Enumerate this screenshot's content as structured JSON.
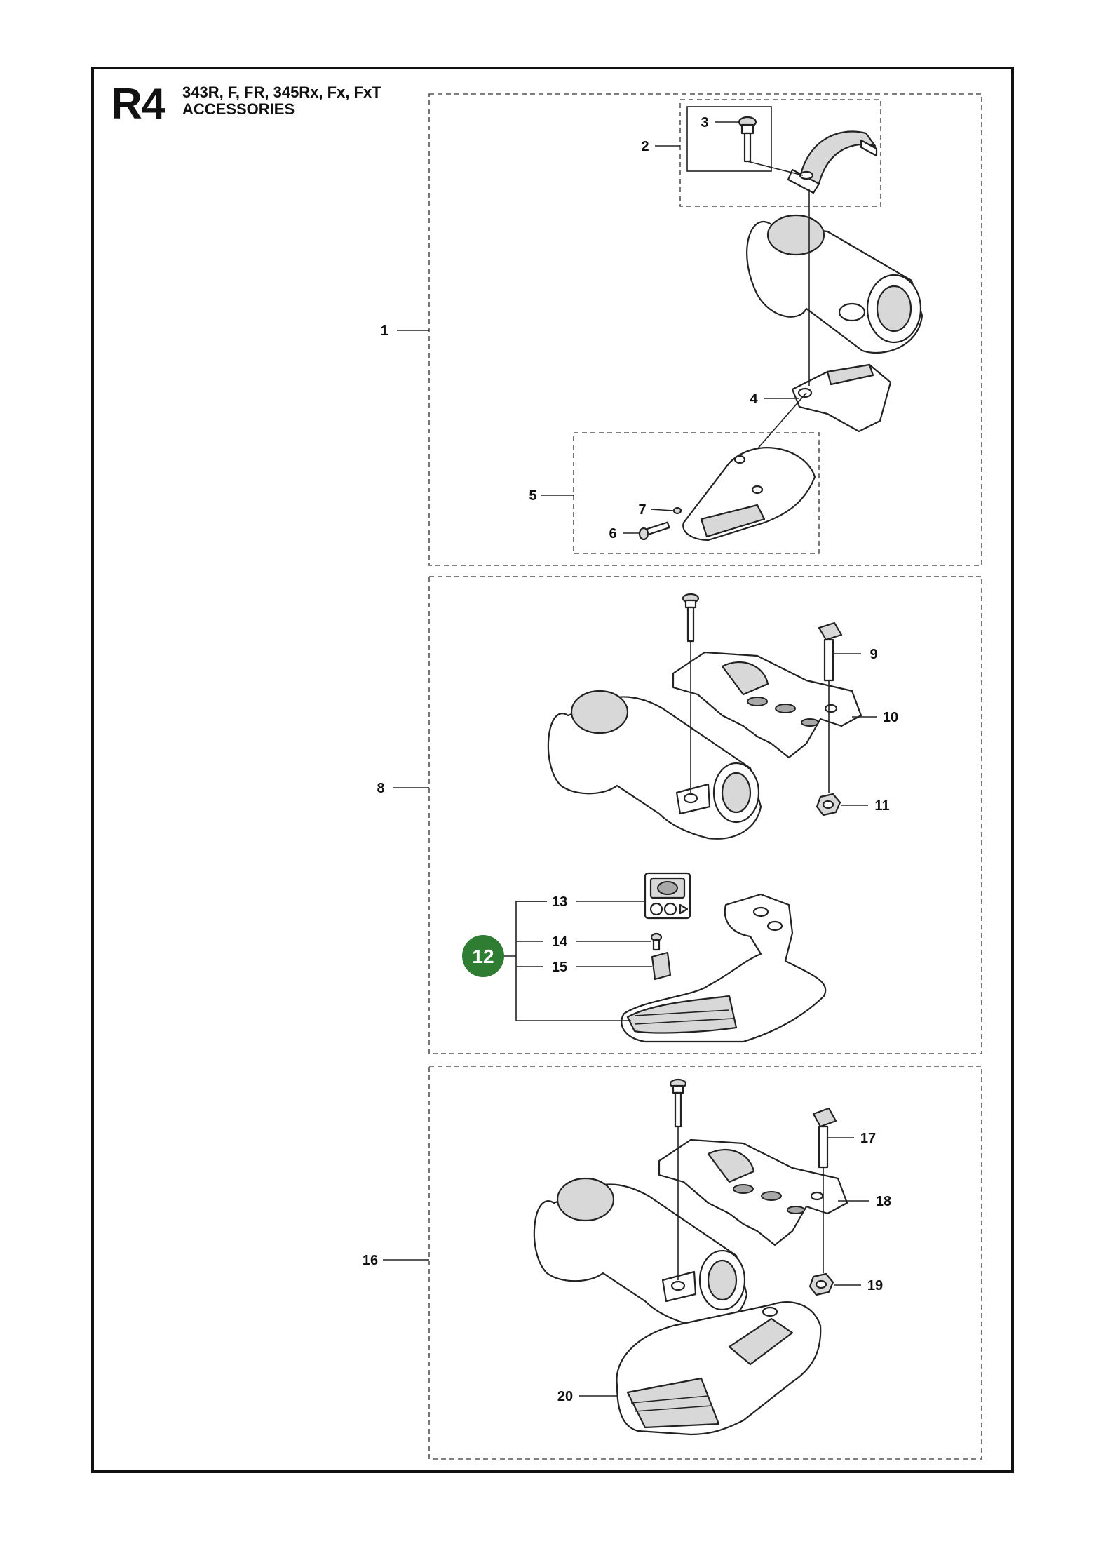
{
  "header": {
    "code": "R4",
    "models": "343R, F, FR, 345Rx, Fx, FxT",
    "title": "ACCESSORIES"
  },
  "badge": {
    "label": "12",
    "color": "#2e7d32"
  },
  "callouts": {
    "c1": "1",
    "c2": "2",
    "c3": "3",
    "c4": "4",
    "c5": "5",
    "c6": "6",
    "c7": "7",
    "c8": "8",
    "c9": "9",
    "c10": "10",
    "c11": "11",
    "c13": "13",
    "c14": "14",
    "c15": "15",
    "c16": "16",
    "c17": "17",
    "c18": "18",
    "c19": "19",
    "c20": "20"
  }
}
